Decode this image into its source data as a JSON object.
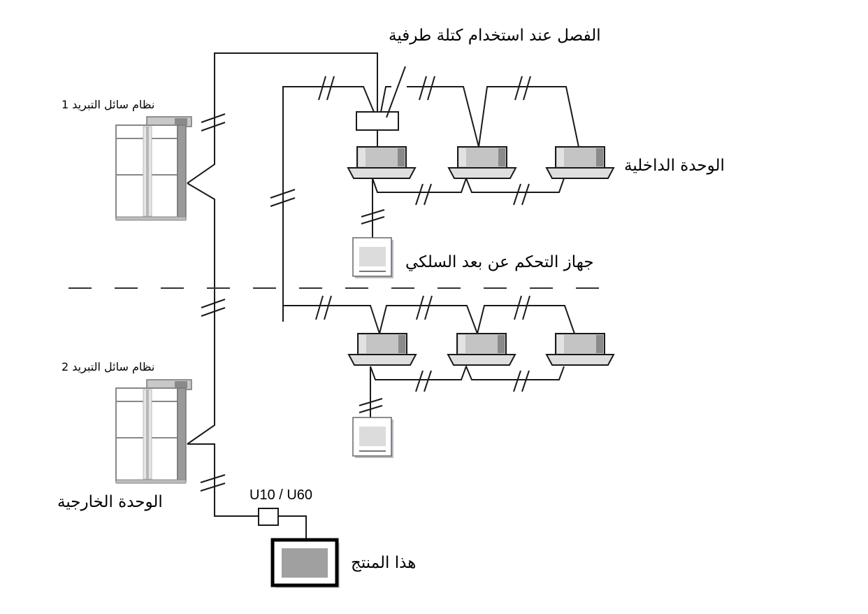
{
  "labels": {
    "separation_note": "الفصل عند استخدام كتلة طرفية",
    "refrigerant_system_1": "نظام سائل التبريد 1",
    "refrigerant_system_2": "نظام سائل التبريد 2",
    "indoor_unit": "الوحدة الداخلية",
    "wired_remote": "جهاز التحكم عن بعد السلكي",
    "outdoor_unit": "الوحدة الخارجية",
    "adapter": "U10 / U60",
    "this_product": "هذا المنتج"
  },
  "colors": {
    "line": "#1a1a1a",
    "unit_body": "#c4c4c4",
    "unit_light": "#e2e2e2",
    "unit_dark": "#8a8a8a",
    "panel": "#dedede",
    "screen": "#a0a0a0",
    "shadow": "#9aa3ad"
  }
}
